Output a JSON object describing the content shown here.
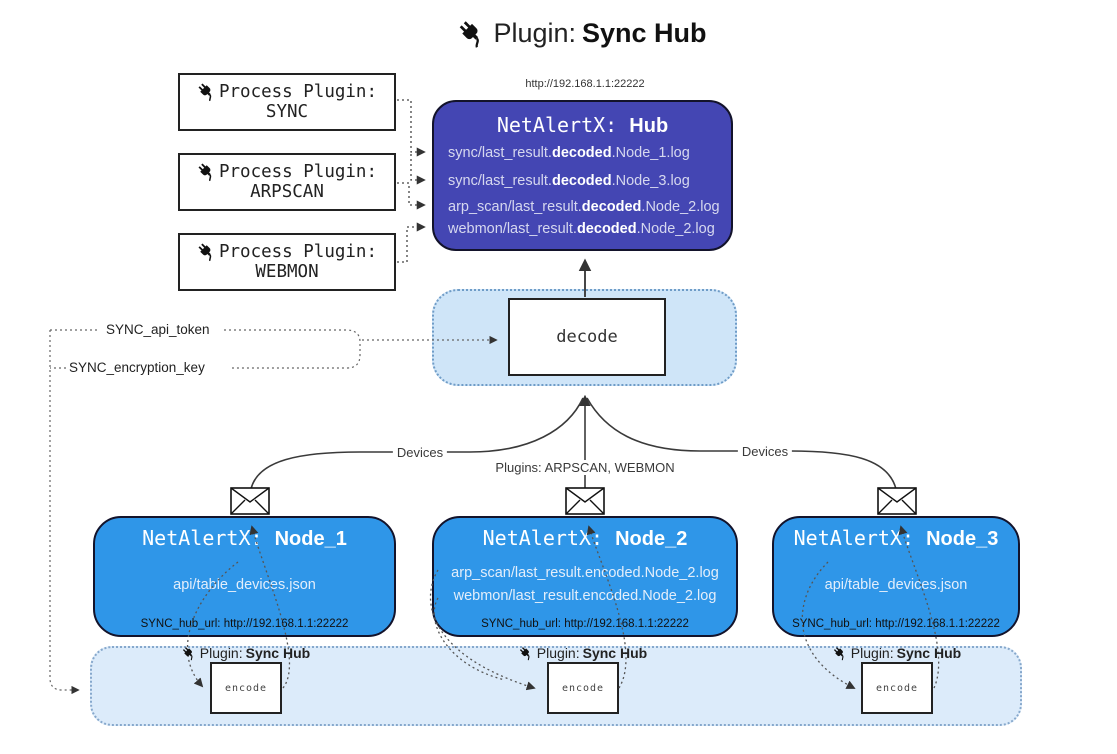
{
  "title": {
    "prefix": "Plugin:",
    "name": "Sync Hub",
    "icon": "plug-icon"
  },
  "process_plugins": [
    {
      "label": "Process Plugin:",
      "name": "SYNC"
    },
    {
      "label": "Process Plugin:",
      "name": "ARPSCAN"
    },
    {
      "label": "Process Plugin:",
      "name": "WEBMON"
    }
  ],
  "hub": {
    "url": "http://192.168.1.1:22222",
    "title_prefix": "NetAlertX:",
    "title_name": "Hub",
    "logs": [
      {
        "pre": "sync/last_result.",
        "bold": "decoded",
        "post": ".Node_1.log"
      },
      {
        "pre": "sync/last_result.",
        "bold": "decoded",
        "post": ".Node_3.log"
      },
      {
        "pre": "arp_scan/last_result.",
        "bold": "decoded",
        "post": ".Node_2.log"
      },
      {
        "pre": "webmon/last_result.",
        "bold": "decoded",
        "post": ".Node_2.log"
      }
    ]
  },
  "decode": {
    "label": "decode"
  },
  "secrets": {
    "api_token": "SYNC_api_token",
    "encryption_key": "SYNC_encryption_key"
  },
  "edges": {
    "devices_left": "Devices",
    "devices_right": "Devices",
    "plugins_center": "Plugins: ARPSCAN, WEBMON"
  },
  "nodes": [
    {
      "title_prefix": "NetAlertX:",
      "title_name": "Node_1",
      "lines": [
        "api/table_devices.json"
      ],
      "hub_url": "SYNC_hub_url: http://192.168.1.1:22222"
    },
    {
      "title_prefix": "NetAlertX:",
      "title_name": "Node_2",
      "lines": [
        "arp_scan/last_result.encoded.Node_2.log",
        "webmon/last_result.encoded.Node_2.log"
      ],
      "hub_url": "SYNC_hub_url: http://192.168.1.1:22222"
    },
    {
      "title_prefix": "NetAlertX:",
      "title_name": "Node_3",
      "lines": [
        "api/table_devices.json"
      ],
      "hub_url": "SYNC_hub_url: http://192.168.1.1:22222"
    }
  ],
  "encoders": [
    {
      "label_prefix": "Plugin:",
      "label_name": "Sync Hub",
      "box_label": "encode"
    },
    {
      "label_prefix": "Plugin:",
      "label_name": "Sync Hub",
      "box_label": "encode"
    },
    {
      "label_prefix": "Plugin:",
      "label_name": "Sync Hub",
      "box_label": "encode"
    }
  ],
  "colors": {
    "hub_bg": "#4446b3",
    "node_bg": "#2f96e8",
    "decode_container_bg": "#cfe5f8",
    "bottom_container_bg": "#dcebfa",
    "line": "#444444"
  }
}
